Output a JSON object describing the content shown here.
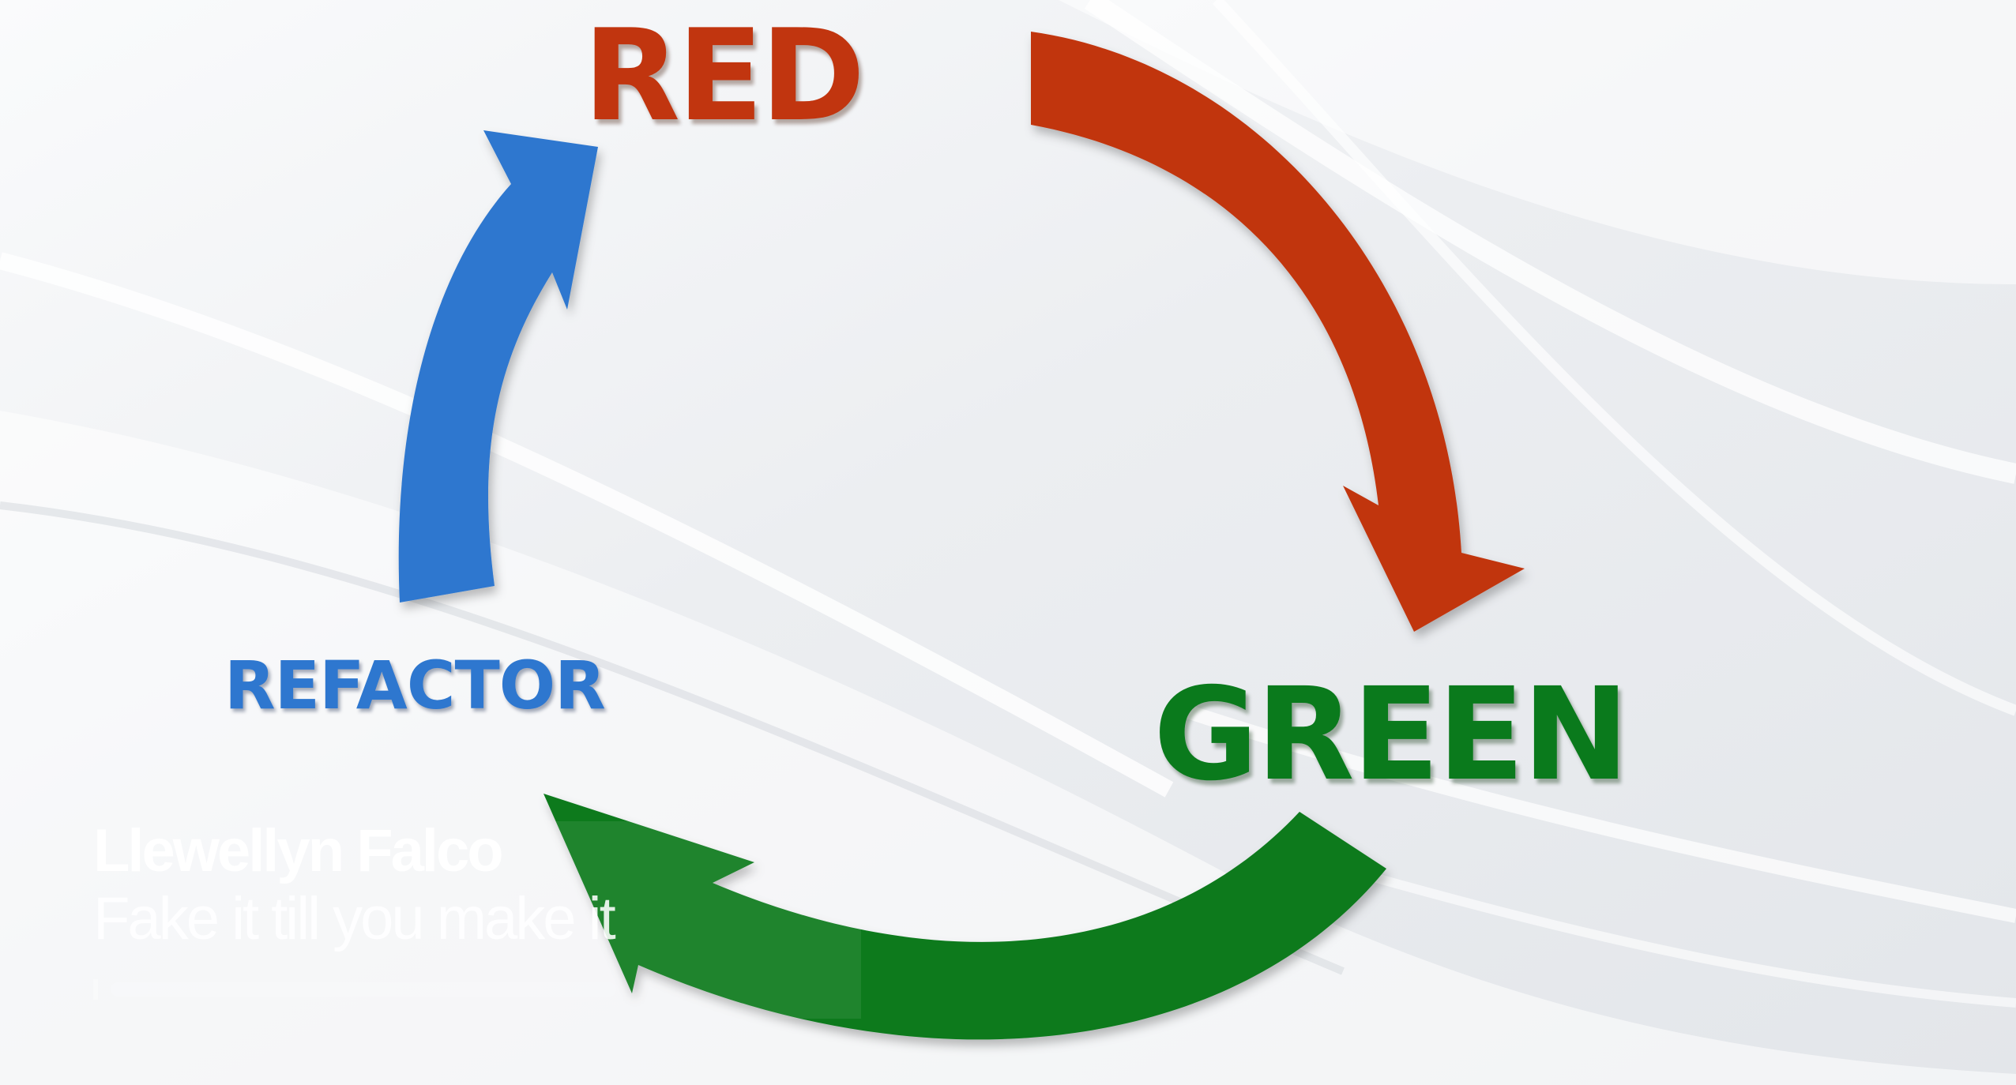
{
  "diagram": {
    "stages": [
      {
        "label": "RED",
        "color": "#c1350f"
      },
      {
        "label": "GREEN",
        "color": "#0a7a1c"
      },
      {
        "label": "REFACTOR",
        "color": "#2e77cf"
      }
    ],
    "arrows": [
      {
        "from": "RED",
        "to": "GREEN",
        "color": "#c1350f"
      },
      {
        "from": "GREEN",
        "to": "REFACTOR",
        "color": "#0a7a1c"
      },
      {
        "from": "REFACTOR",
        "to": "RED",
        "color": "#2e77cf"
      }
    ]
  },
  "overlay": {
    "speaker_name": "Llewellyn Falco",
    "talk_title": "Fake it till you make it"
  }
}
